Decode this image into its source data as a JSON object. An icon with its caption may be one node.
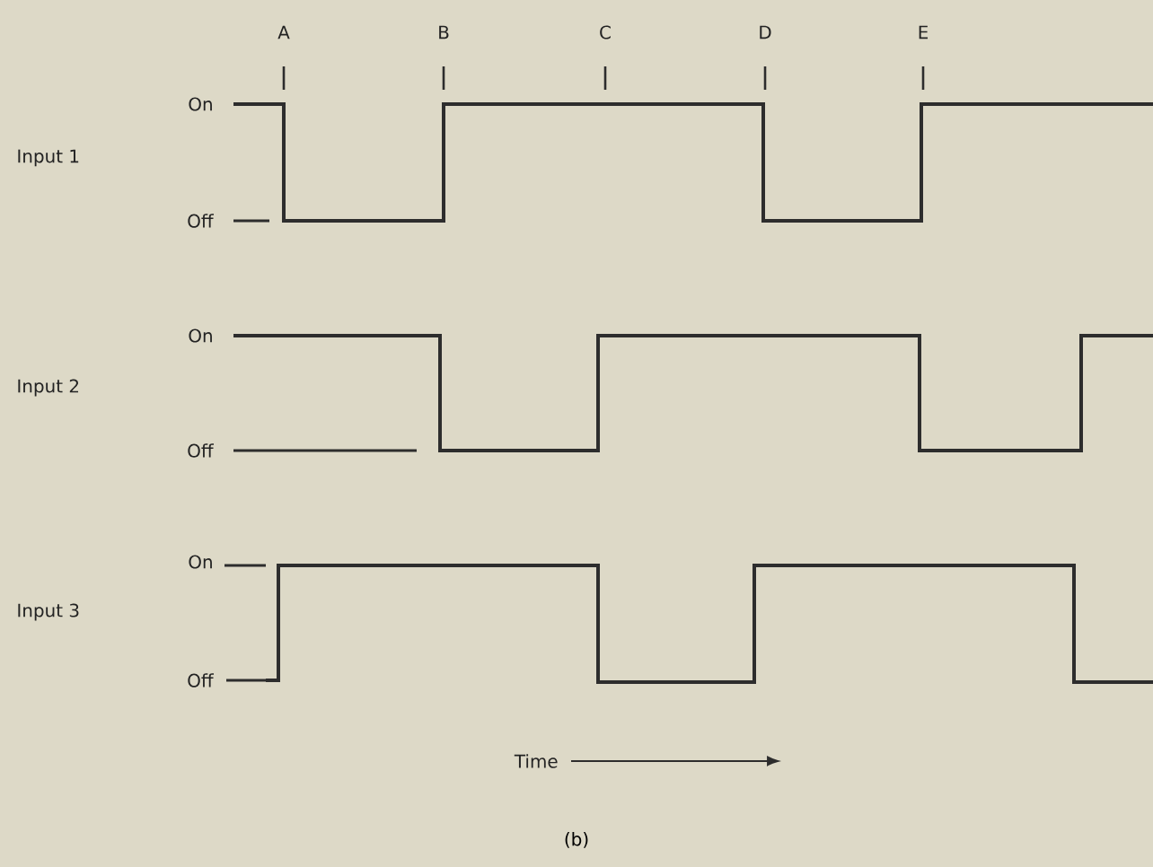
{
  "diagram": {
    "caption": "(b)",
    "labels": [
      "A",
      "B",
      "C",
      "D",
      "E",
      "On",
      "Input 1",
      "Off",
      "On",
      "Input 2",
      "Off",
      "On",
      "Input 3",
      "Off",
      "Time"
    ]
  }
}
